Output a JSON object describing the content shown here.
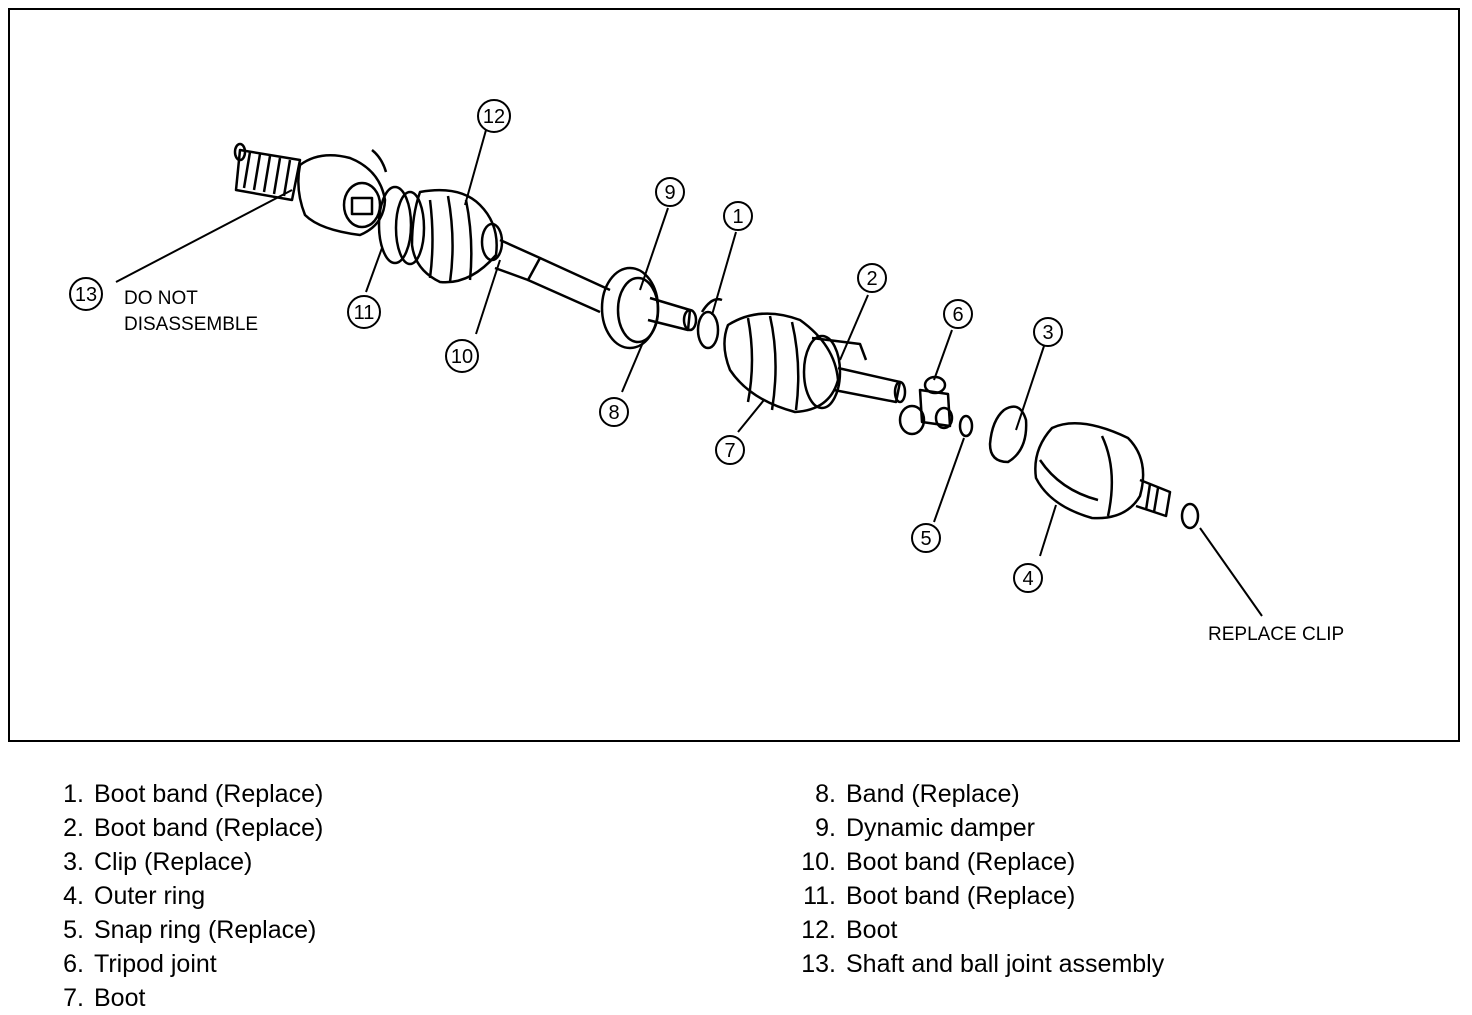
{
  "notes": {
    "do_not_disassemble_line1": "DO NOT",
    "do_not_disassemble_line2": "DISASSEMBLE",
    "replace_clip": "REPLACE CLIP"
  },
  "callouts": [
    "1",
    "2",
    "3",
    "4",
    "5",
    "6",
    "7",
    "8",
    "9",
    "10",
    "11",
    "12",
    "13"
  ],
  "legend": {
    "left": [
      {
        "num": "1.",
        "label": "Boot band (Replace)"
      },
      {
        "num": "2.",
        "label": "Boot band (Replace)"
      },
      {
        "num": "3.",
        "label": "Clip (Replace)"
      },
      {
        "num": "4.",
        "label": "Outer ring"
      },
      {
        "num": "5.",
        "label": "Snap ring (Replace)"
      },
      {
        "num": "6.",
        "label": "Tripod joint"
      },
      {
        "num": "7.",
        "label": "Boot"
      }
    ],
    "right": [
      {
        "num": "8.",
        "label": "Band (Replace)"
      },
      {
        "num": "9.",
        "label": "Dynamic damper"
      },
      {
        "num": "10.",
        "label": "Boot band (Replace)"
      },
      {
        "num": "11.",
        "label": "Boot band (Replace)"
      },
      {
        "num": "12.",
        "label": "Boot"
      },
      {
        "num": "13.",
        "label": "Shaft and ball joint assembly"
      }
    ]
  }
}
